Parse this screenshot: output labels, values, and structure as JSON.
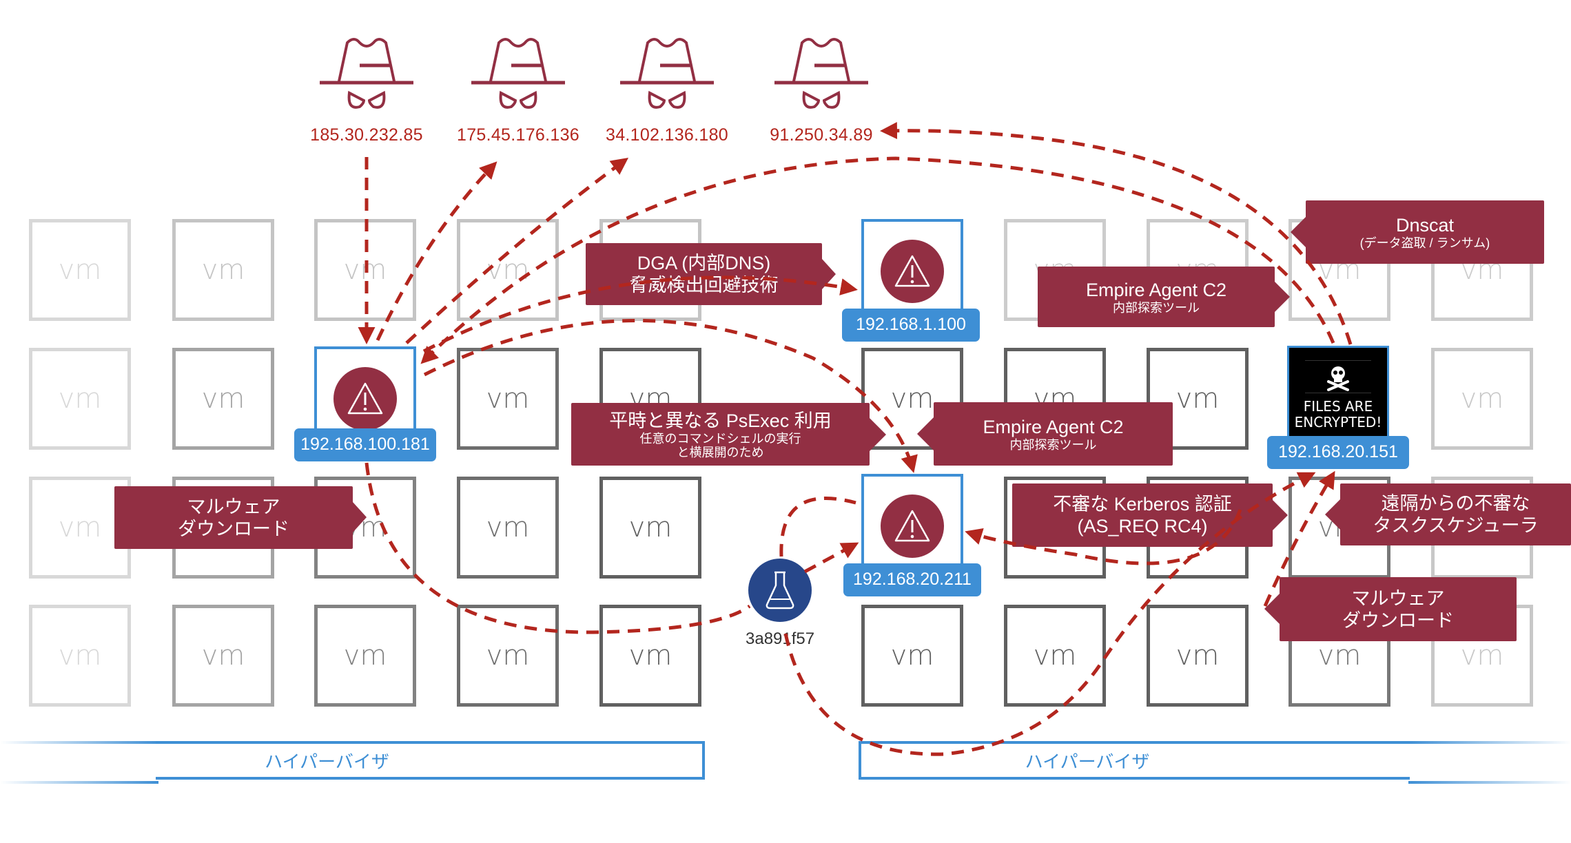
{
  "colors": {
    "accent_red": "#922f43",
    "arrow_red": "#b3261e",
    "ip_blue": "#3e8fd5",
    "flask_blue": "#27478a"
  },
  "attackers": [
    {
      "icon": "hacker-hat-icon",
      "ip": "185.30.232.85"
    },
    {
      "icon": "hacker-hat-icon",
      "ip": "175.45.176.136"
    },
    {
      "icon": "hacker-hat-icon",
      "ip": "34.102.136.180"
    },
    {
      "icon": "hacker-hat-icon",
      "ip": "91.250.34.89"
    }
  ],
  "vm_label": "vm",
  "hosts": {
    "h1": {
      "ip": "192.168.100.181",
      "icon": "warning-icon"
    },
    "h2": {
      "ip": "192.168.1.100",
      "icon": "warning-icon"
    },
    "h3": {
      "ip": "192.168.20.211",
      "icon": "warning-icon"
    },
    "h4": {
      "ip": "192.168.20.151",
      "icon": "skull-crossbones-icon",
      "screen_line1": "FILES ARE",
      "screen_line2": "ENCRYPTED!"
    }
  },
  "sample": {
    "id": "3a891f57",
    "icon": "flask-icon"
  },
  "callouts": {
    "dga": {
      "line1": "DGA (内部DNS)",
      "line2": "脅威検出回避技術"
    },
    "psexec": {
      "line1": "平時と異なる PsExec 利用",
      "line2": "任意のコマンドシェルの実行",
      "line3": "と横展開のため"
    },
    "empire_mid": {
      "line1": "Empire Agent C2",
      "line2": "内部探索ツール"
    },
    "empire_top": {
      "line1": "Empire Agent C2",
      "line2": "内部探索ツール"
    },
    "dnscat": {
      "line1": "Dnscat",
      "line2": "(データ盗取 / ランサム)"
    },
    "kerberos": {
      "line1": "不審な Kerberos 認証",
      "line2": "(AS_REQ RC4)"
    },
    "task": {
      "line1": "遠隔からの不審な",
      "line2": "タスクスケジューラ"
    },
    "malware_left": {
      "line1": "マルウェア",
      "line2": "ダウンロード"
    },
    "malware_right": {
      "line1": "マルウェア",
      "line2": "ダウンロード"
    }
  },
  "hypervisors": [
    {
      "label": "ハイパーバイザ"
    },
    {
      "label": "ハイパーバイザ"
    }
  ]
}
